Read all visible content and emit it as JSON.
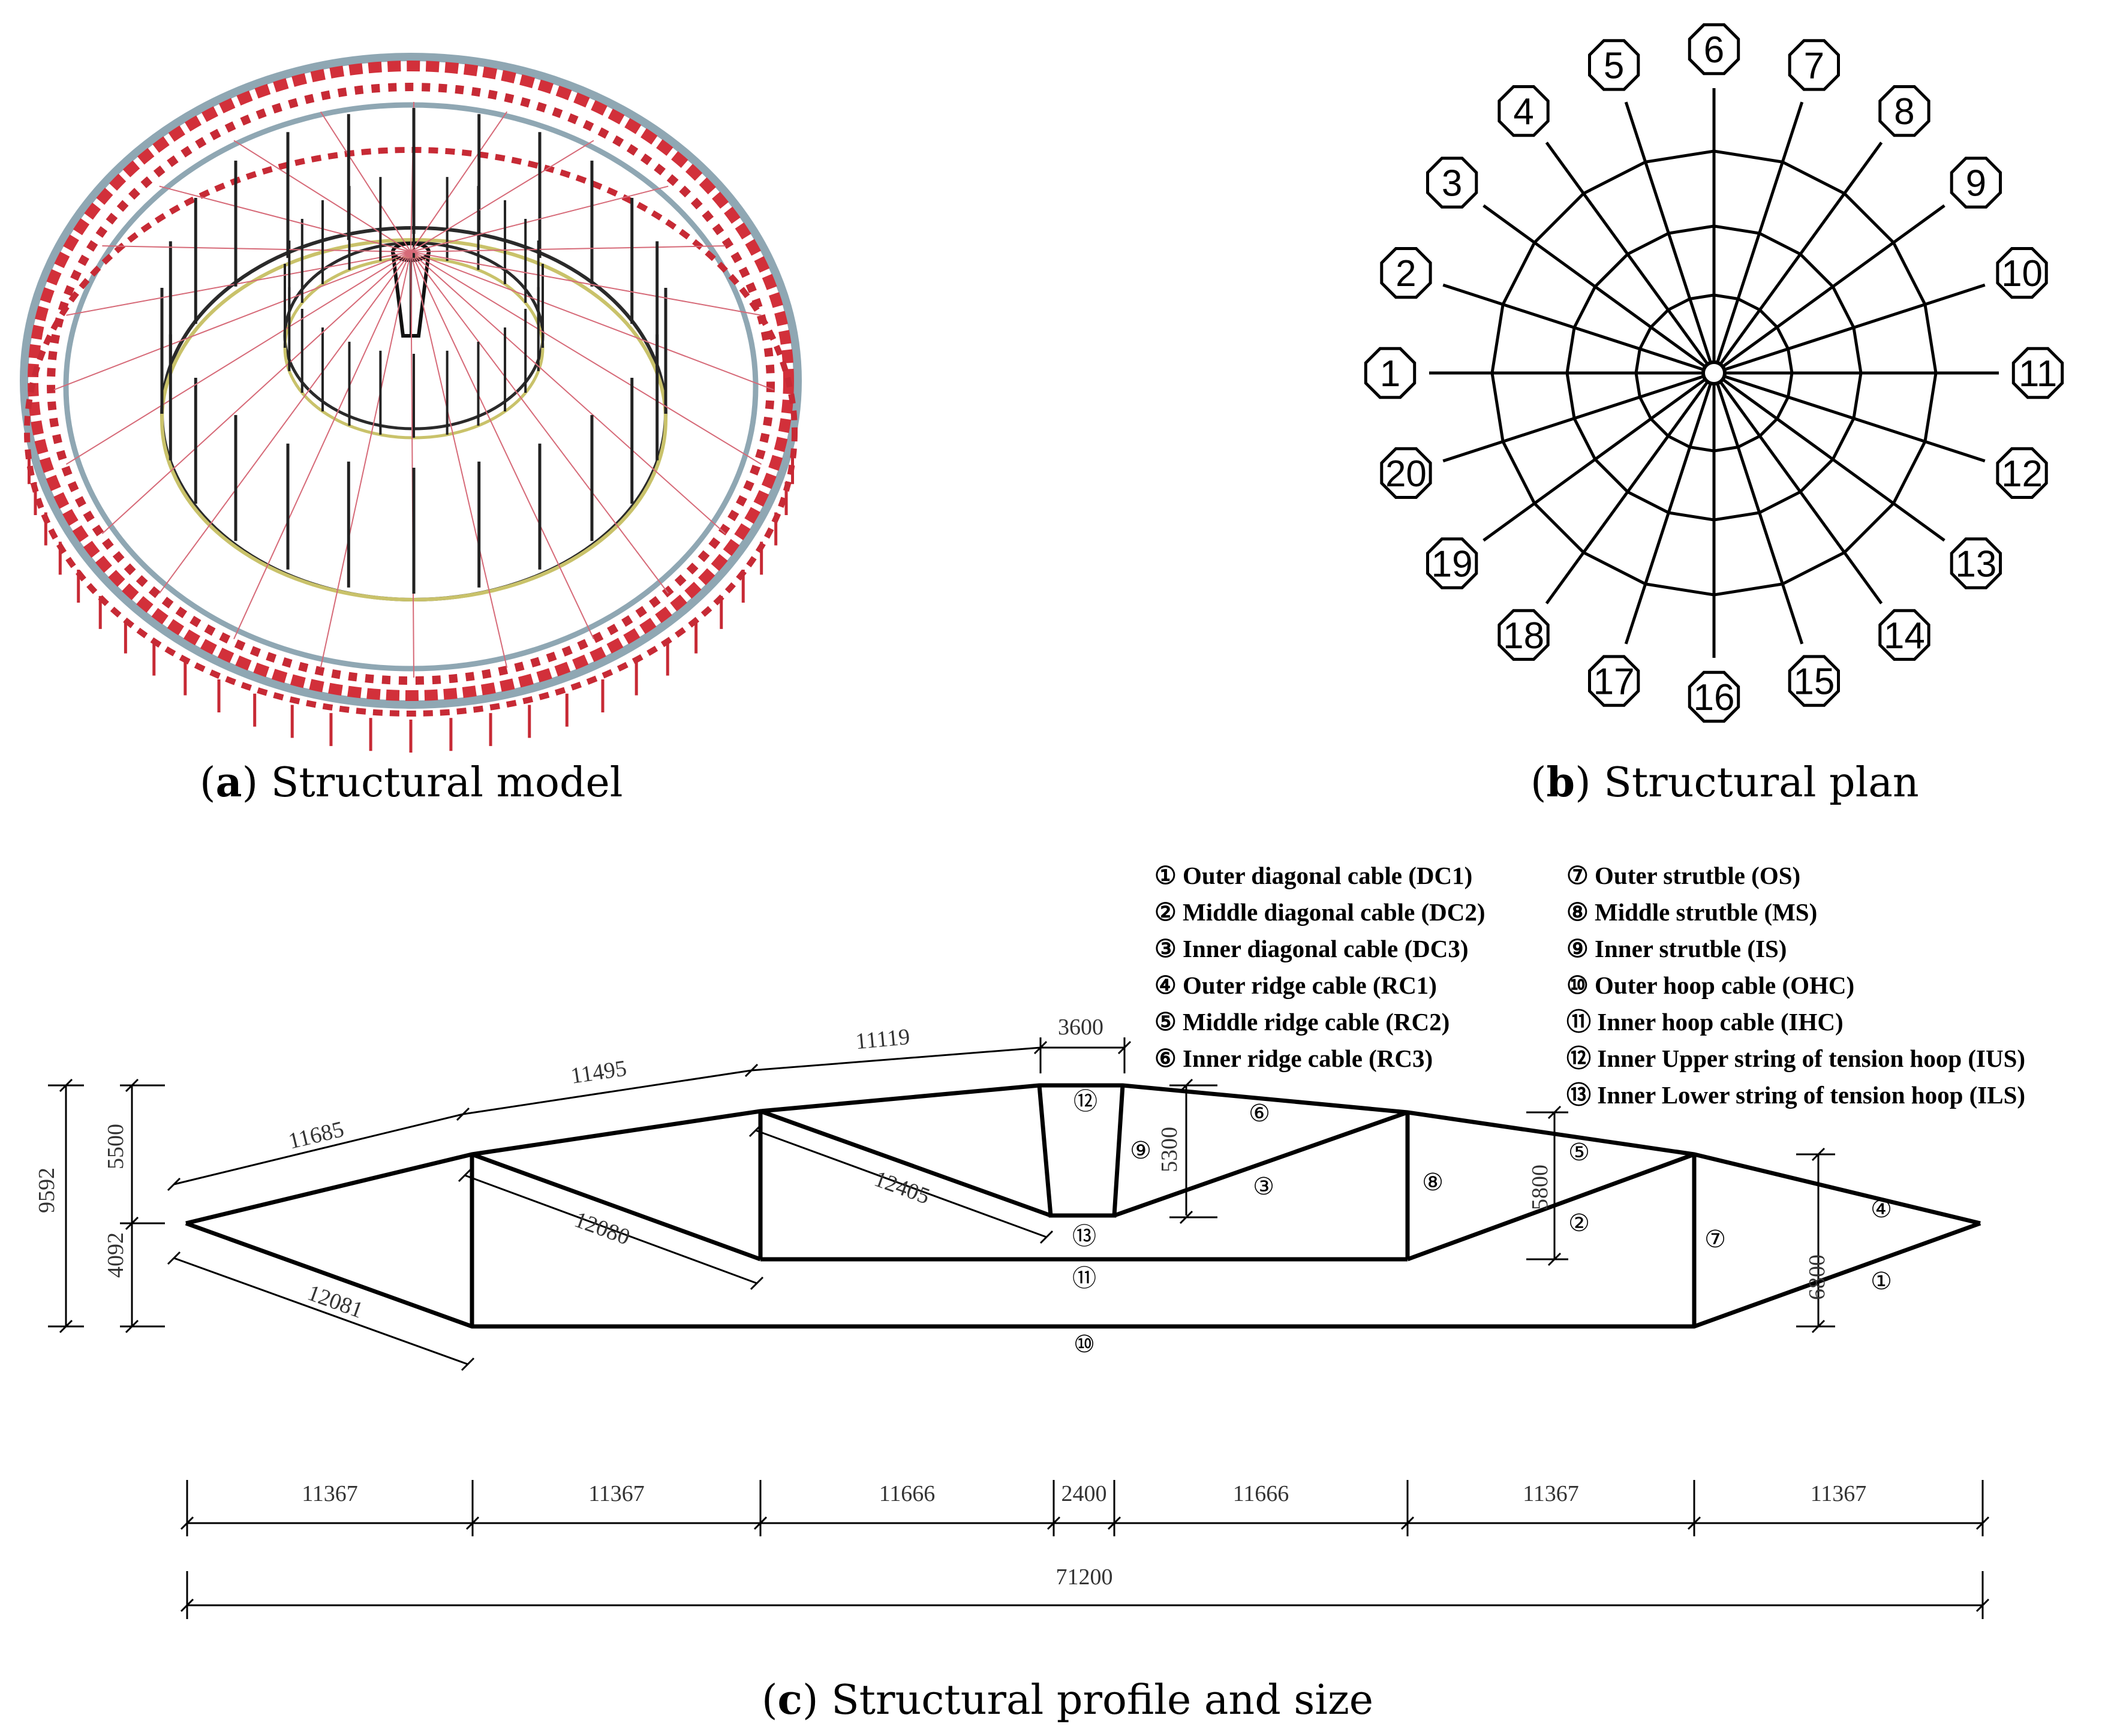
{
  "captions": {
    "a": {
      "letter": "a",
      "text": "Structural model"
    },
    "b": {
      "letter": "b",
      "text": "Structural plan"
    },
    "c": {
      "letter": "c",
      "text": "Structural profile and size"
    }
  },
  "plan": {
    "spokes": [
      "1",
      "2",
      "3",
      "4",
      "5",
      "6",
      "7",
      "8",
      "9",
      "10",
      "11",
      "12",
      "13",
      "14",
      "15",
      "16",
      "17",
      "18",
      "19",
      "20"
    ]
  },
  "legend": {
    "left": [
      {
        "num": "①",
        "text": "Outer diagonal cable (DC1)"
      },
      {
        "num": "②",
        "text": "Middle diagonal cable (DC2)"
      },
      {
        "num": "③",
        "text": "Inner diagonal cable (DC3)"
      },
      {
        "num": "④",
        "text": "Outer ridge cable (RC1)"
      },
      {
        "num": "⑤",
        "text": "Middle ridge cable  (RC2)"
      },
      {
        "num": "⑥",
        "text": "Inner ridge cable (RC3)"
      }
    ],
    "right": [
      {
        "num": "⑦",
        "text": "Outer strutble  (OS)"
      },
      {
        "num": "⑧",
        "text": "Middle strutble (MS)"
      },
      {
        "num": "⑨",
        "text": "Inner strutble (IS)"
      },
      {
        "num": "⑩",
        "text": "Outer hoop cable (OHC)"
      },
      {
        "num": "⑪",
        "text": "Inner hoop cable (IHC)"
      },
      {
        "num": "⑫",
        "text": "Inner Upper string of tension hoop (IUS)"
      },
      {
        "num": "⑬",
        "text": "Inner Lower string of tension hoop (ILS)"
      }
    ]
  },
  "profile": {
    "member_labels": [
      "⑫",
      "⑨",
      "⑥",
      "⑬",
      "③",
      "⑧",
      "⑤",
      "②",
      "⑦",
      "④",
      "①",
      "⑪",
      "⑩"
    ],
    "top_dims": [
      "11685",
      "11495",
      "11119",
      "3600"
    ],
    "diag_dims": [
      "12081",
      "12080",
      "12405"
    ],
    "vertical_dims": [
      "9592",
      "5500",
      "4092",
      "5300",
      "5800",
      "6800"
    ],
    "bottom_dims": [
      "11367",
      "11367",
      "11666",
      "2400",
      "11666",
      "11367",
      "11367"
    ],
    "total_dim": "71200"
  }
}
